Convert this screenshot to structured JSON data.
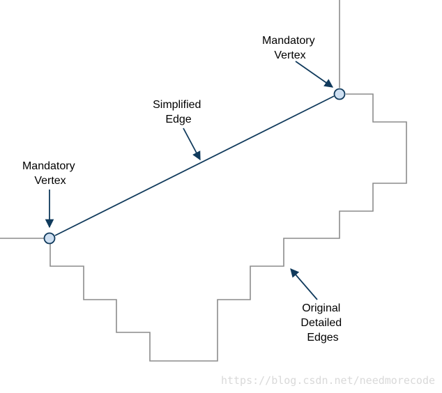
{
  "labels": {
    "mandatory_vertex_top": {
      "line1": "Mandatory",
      "line2": "Vertex"
    },
    "mandatory_vertex_left": {
      "line1": "Mandatory",
      "line2": "Vertex"
    },
    "simplified_edge": {
      "line1": "Simplified",
      "line2": "Edge"
    },
    "original_edges": {
      "line1": "Original",
      "line2": "Detailed",
      "line3": "Edges"
    }
  },
  "watermark": "https://blog.csdn.net/needmorecode",
  "colors": {
    "original_edge": "#8c8c8c",
    "simplified_edge": "#103a5c",
    "arrow": "#103a5c",
    "vertex_fill": "#cfe0f2",
    "vertex_stroke": "#103a5c"
  }
}
